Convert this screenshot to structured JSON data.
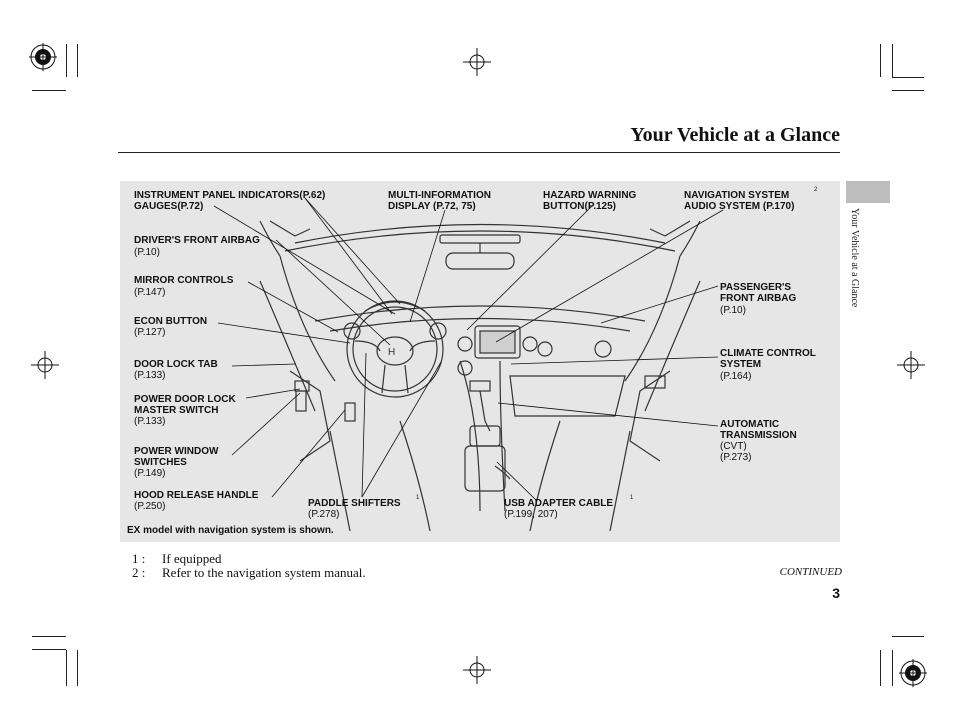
{
  "page": {
    "title": "Your Vehicle at a Glance",
    "side_tab": "Your Vehicle at a Glance",
    "page_number": "3",
    "continued": "CONTINUED"
  },
  "labels": {
    "instrument_panel": "INSTRUMENT PANEL INDICATORS",
    "instrument_panel_ref": "(P.62)",
    "gauges": "GAUGES",
    "gauges_ref": "(P.72)",
    "multi_info": "MULTI-INFORMATION",
    "multi_info_line2": "DISPLAY",
    "multi_info_ref": "(P.72, 75)",
    "hazard": "HAZARD WARNING",
    "hazard_line2": "BUTTON",
    "hazard_ref": "(P.125)",
    "nav": "NAVIGATION SYSTEM",
    "nav_sup": "2",
    "audio": "AUDIO SYSTEM",
    "audio_ref": "(P.170)",
    "drivers_airbag": "DRIVER'S FRONT AIRBAG",
    "drivers_airbag_ref": "(P.10)",
    "mirror": "MIRROR CONTROLS",
    "mirror_ref": "(P.147)",
    "econ": "ECON BUTTON",
    "econ_ref": "(P.127)",
    "door_lock": "DOOR LOCK TAB",
    "door_lock_ref": "(P.133)",
    "power_door": "POWER DOOR LOCK",
    "power_door_line2": "MASTER SWITCH",
    "power_door_ref": "(P.133)",
    "power_window": "POWER WINDOW",
    "power_window_line2": "SWITCHES",
    "power_window_ref": "(P.149)",
    "hood": "HOOD RELEASE HANDLE",
    "hood_ref": "(P.250)",
    "paddle": "PADDLE SHIFTERS",
    "paddle_sup": "1",
    "paddle_ref": "(P.278)",
    "usb": "USB ADAPTER CABLE",
    "usb_sup": "1",
    "usb_ref": "(P.199, 207)",
    "passenger_airbag": "PASSENGER'S",
    "passenger_airbag_line2": "FRONT AIRBAG",
    "passenger_airbag_ref": "(P.10)",
    "climate": "CLIMATE CONTROL",
    "climate_line2": "SYSTEM",
    "climate_ref": "(P.164)",
    "transmission": "AUTOMATIC",
    "transmission_line2": "TRANSMISSION",
    "transmission_line3": "(CVT)",
    "transmission_ref": "(P.273)",
    "caption": "EX model with navigation system is shown."
  },
  "footnotes": [
    {
      "mark": "1 :",
      "text": "If equipped"
    },
    {
      "mark": "2 :",
      "text": "Refer to the navigation system manual."
    }
  ]
}
